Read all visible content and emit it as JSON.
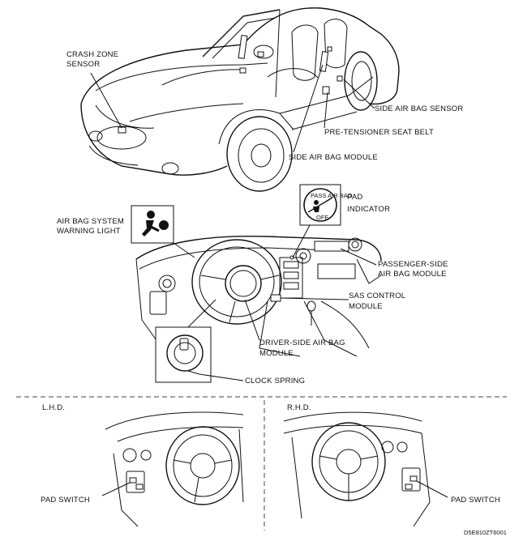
{
  "labels": {
    "crash_zone_sensor_1": "CRASH ZONE",
    "crash_zone_sensor_2": "SENSOR",
    "side_air_bag_sensor": "SIDE AIR BAG SENSOR",
    "pre_tensioner_seat_belt": "PRE-TENSIONER SEAT BELT",
    "side_air_bag_module": "SIDE AIR BAG MODULE",
    "air_bag_warning_light_1": "AIR BAG SYSTEM",
    "air_bag_warning_light_2": "WARNING LIGHT",
    "pad_indicator_1": "PAD",
    "pad_indicator_2": "INDICATOR",
    "passenger_air_bag_1": "PASSENGER-SIDE",
    "passenger_air_bag_2": "AIR BAG MODULE",
    "sas_control_1": "SAS CONTROL",
    "sas_control_2": "MODULE",
    "driver_air_bag_1": "DRIVER-SIDE AIR BAG",
    "driver_air_bag_2": "MODULE",
    "clock_spring": "CLOCK SPRING",
    "lhd": "L.H.D.",
    "rhd": "R.H.D.",
    "pad_switch_left": "PAD SWITCH",
    "pad_switch_right": "PAD SWITCH",
    "pad_icon_top": "PASS AIR BAG",
    "pad_icon_bottom": "OFF",
    "figure_code": "D5E810ZT6001"
  }
}
